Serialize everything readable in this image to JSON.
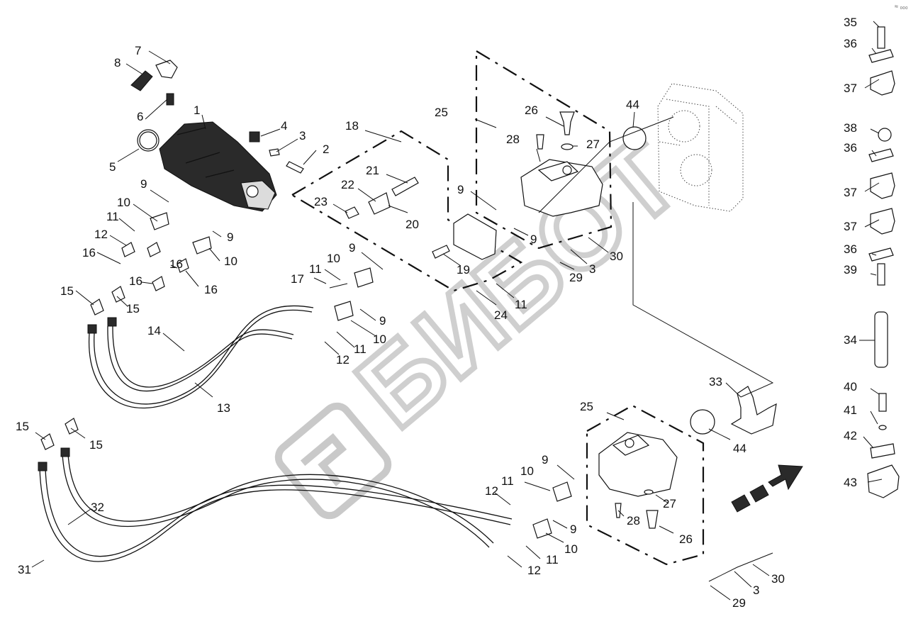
{
  "diagram": {
    "watermark": "БИБОТ",
    "corner_text": "≈ ₀₀₀",
    "callouts": [
      "1",
      "2",
      "3",
      "4",
      "5",
      "6",
      "7",
      "8",
      "9",
      "10",
      "11",
      "12",
      "13",
      "14",
      "15",
      "16",
      "17",
      "18",
      "19",
      "20",
      "21",
      "22",
      "23",
      "24",
      "25",
      "26",
      "27",
      "28",
      "29",
      "30",
      "31",
      "32",
      "33",
      "34",
      "35",
      "36",
      "37",
      "38",
      "39",
      "40",
      "41",
      "42",
      "43",
      "44"
    ]
  }
}
